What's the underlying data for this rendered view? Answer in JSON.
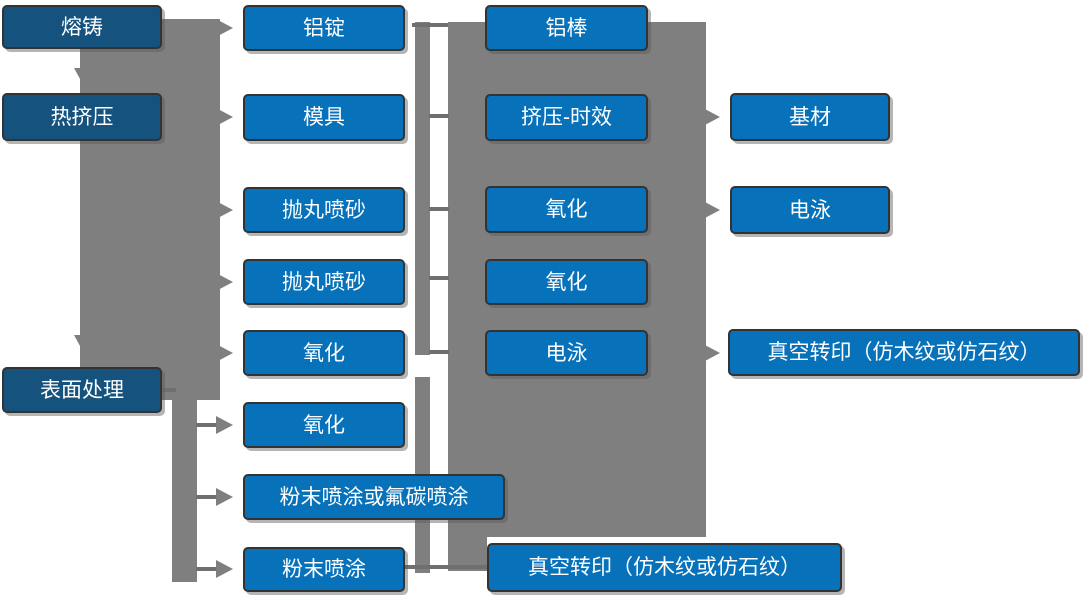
{
  "diagram": {
    "type": "flowchart",
    "language": "zh-CN",
    "colors": {
      "node_fill": "#0771BA",
      "node_fill_dark": "#15527E",
      "node_border": "#333333",
      "node_text": "#FFFFFF",
      "connector_gray": "#7F7F7F"
    },
    "nodes": {
      "melting": {
        "label": "熔铸",
        "style": "dark"
      },
      "hot_extrusion": {
        "label": "热挤压",
        "style": "dark"
      },
      "surface_treatment": {
        "label": "表面处理",
        "style": "dark"
      },
      "c2_al_ingot": {
        "label": "铝锭"
      },
      "c2_mold": {
        "label": "模具"
      },
      "c2_shot_blast_1": {
        "label": "抛丸喷砂"
      },
      "c2_shot_blast_2": {
        "label": "抛丸喷砂"
      },
      "c2_oxidation_1": {
        "label": "氧化"
      },
      "c2_oxidation_2": {
        "label": "氧化"
      },
      "c2_powder_or_fluorocarbon": {
        "label": "粉末喷涂或氟碳喷涂"
      },
      "c2_powder": {
        "label": "粉末喷涂"
      },
      "c3_al_rod": {
        "label": "铝棒"
      },
      "c3_extrusion_aging": {
        "label": "挤压-时效"
      },
      "c3_oxidation_1": {
        "label": "氧化"
      },
      "c3_oxidation_2": {
        "label": "氧化"
      },
      "c3_electrophoresis": {
        "label": "电泳"
      },
      "c3_vacuum_transfer": {
        "label": "真空转印（仿木纹或仿石纹）"
      },
      "c4_substrate": {
        "label": "基材"
      },
      "c4_electrophoresis": {
        "label": "电泳"
      },
      "c4_vacuum_transfer": {
        "label": "真空转印（仿木纹或仿石纹）"
      }
    },
    "edges": [
      {
        "from": "melting",
        "to": "hot_extrusion"
      },
      {
        "from": "melting",
        "to": "c2_al_ingot"
      },
      {
        "from": "hot_extrusion",
        "to": "c2_mold"
      },
      {
        "from": "hot_extrusion",
        "to": "c2_shot_blast_1"
      },
      {
        "from": "hot_extrusion",
        "to": "c2_shot_blast_2"
      },
      {
        "from": "hot_extrusion",
        "to": "c2_oxidation_1"
      },
      {
        "from": "hot_extrusion",
        "to": "surface_treatment"
      },
      {
        "from": "surface_treatment",
        "to": "c2_oxidation_2"
      },
      {
        "from": "surface_treatment",
        "to": "c2_powder_or_fluorocarbon"
      },
      {
        "from": "surface_treatment",
        "to": "c2_powder"
      },
      {
        "from": "c2_al_ingot",
        "to": "c3_al_rod"
      },
      {
        "from": "c2_mold",
        "to": "c3_extrusion_aging"
      },
      {
        "from": "c2_shot_blast_1",
        "to": "c3_oxidation_1"
      },
      {
        "from": "c2_shot_blast_2",
        "to": "c3_oxidation_2"
      },
      {
        "from": "c2_oxidation_1",
        "to": "c3_electrophoresis"
      },
      {
        "from": "c2_powder",
        "to": "c3_vacuum_transfer"
      },
      {
        "from": "c3_extrusion_aging",
        "to": "c4_substrate"
      },
      {
        "from": "c3_oxidation_1",
        "to": "c4_electrophoresis"
      },
      {
        "from": "c3_electrophoresis",
        "to": "c4_vacuum_transfer"
      }
    ]
  }
}
